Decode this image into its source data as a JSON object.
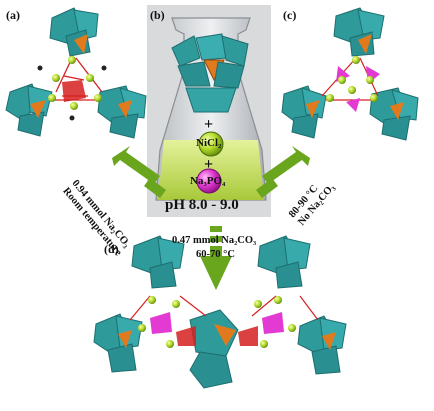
{
  "panels": {
    "a": "(a)",
    "b": "(b)",
    "c": "(c)",
    "d": "(d)"
  },
  "flask": {
    "plus_top": "+",
    "reagent_1": "NiCl₂",
    "plus_bottom": "+",
    "reagent_2": "Na₃PO₄",
    "ph": "pH 8.0 - 9.0"
  },
  "conditions": {
    "left_line1": "0.94 mmol Na₂CO₃",
    "left_line2": "Room temperature",
    "right_line1": "80-90 °C",
    "right_line2": "No Na₂CO₃",
    "down_line1": "0.47 mmol  Na₂CO₃",
    "down_line2": "60-70 °C"
  },
  "colors": {
    "polyhedra": "#2e9a9a",
    "polyhedra_dark": "#1d6f70",
    "tungsten_center": "#e07a1c",
    "nickel": "#9fd12a",
    "phosphate": "#e23ad3",
    "oxygen": "#d62020",
    "arrow": "#6aa51e",
    "liquid": "#c9e36a"
  }
}
